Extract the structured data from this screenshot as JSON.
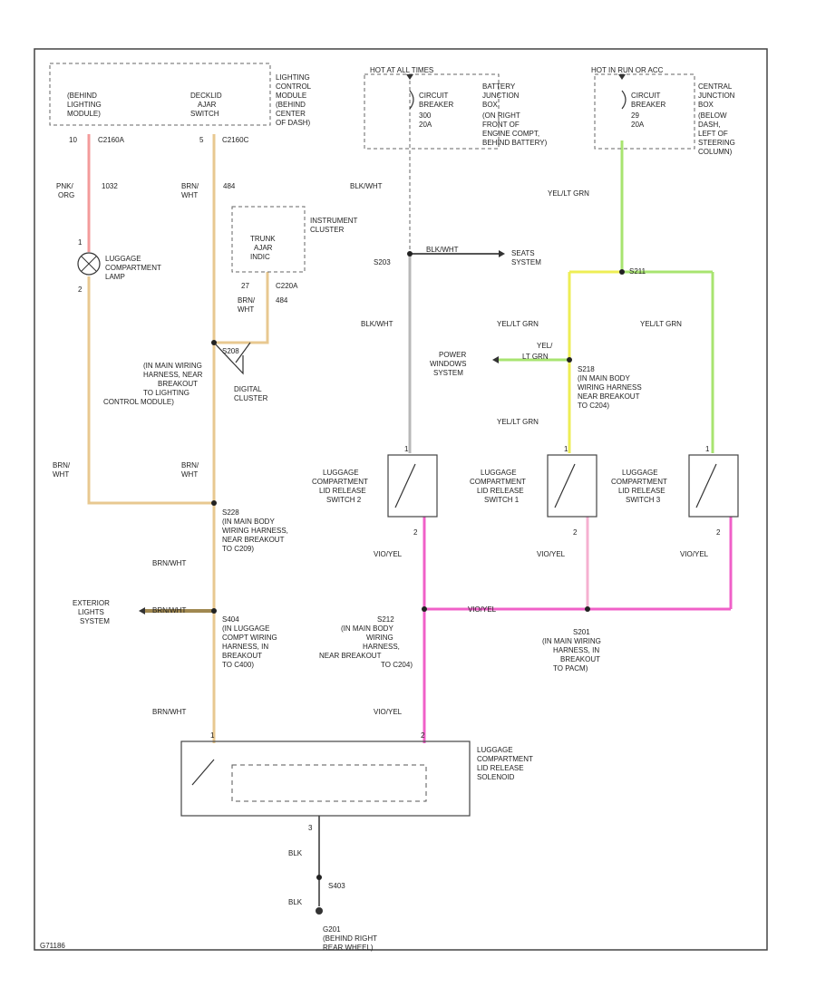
{
  "colors": {
    "pink": "#f39b9b",
    "tan": "#e8c890",
    "gray": "#b8b8b8",
    "green": "#a8e470",
    "yellow": "#eeee55",
    "magenta": "#f060c8",
    "light_pink": "#f6b0d0",
    "brown": "#a08850"
  },
  "lighting_module": {
    "label": [
      "LIGHTING",
      "CONTROL",
      "MODULE",
      "(BEHIND",
      "CENTER",
      "OF DASH)"
    ],
    "left_switch": [
      "(BEHIND",
      "LIGHTING",
      "MODULE)"
    ],
    "right_switch": [
      "DECKLID",
      "AJAR",
      "SWITCH"
    ],
    "left_pin": "10",
    "left_connector": "C2160A",
    "right_pin": "5",
    "right_connector": "C2160C"
  },
  "wires": {
    "pnk_org": [
      "PNK/",
      "ORG"
    ],
    "pnk_org_circuit": "1032",
    "brn_wht_1": [
      "BRN/",
      "WHT"
    ],
    "brn_wht_1_circuit": "484",
    "brn_wht_2": [
      "BRN/",
      "WHT"
    ],
    "brn_wht_2_circuit": "484",
    "brn_wht_3": [
      "BRN/",
      "WHT"
    ],
    "brn_wht_4": [
      "BRN/",
      "WHT"
    ],
    "brn_wht_5": "BRN/WHT",
    "brn_wht_6": "BRN/WHT",
    "brn_wht_7": "BRN/WHT",
    "blk_wht_1": "BLK/WHT",
    "blk_wht_2": "BLK/WHT",
    "blk_wht_3": "BLK/WHT",
    "yel_lt_grn_1": "YEL/LT GRN",
    "yel_lt_grn_2": "YEL/LT GRN",
    "yel_lt_grn_3": "YEL/LT GRN",
    "yel_lt_grn_4": "YEL/LT GRN",
    "yel_lt_grn_5": [
      "YEL/",
      "LT GRN"
    ],
    "vio_yel_1": "VIO/YEL",
    "vio_yel_2": "VIO/YEL",
    "vio_yel_3": "VIO/YEL",
    "vio_yel_4": "VIO/YEL",
    "vio_yel_5": "VIO/YEL",
    "blk_1": "BLK",
    "blk_2": "BLK"
  },
  "lamp": {
    "label": [
      "LUGGAGE",
      "COMPARTMENT",
      "LAMP"
    ],
    "pin_top": "1",
    "pin_bottom": "2"
  },
  "instrument_cluster": {
    "label": [
      "INSTRUMENT",
      "CLUSTER"
    ],
    "switch": [
      "TRUNK",
      "AJAR",
      "INDIC"
    ],
    "pin": "27",
    "connector": "C220A"
  },
  "digital_cluster": [
    "DIGITAL",
    "CLUSTER"
  ],
  "splices": {
    "s208": [
      "S208",
      "(IN MAIN WIRING",
      "HARNESS, NEAR",
      "BREAKOUT",
      "TO LIGHTING",
      "CONTROL MODULE)"
    ],
    "s228": [
      "S228",
      "(IN MAIN BODY",
      "WIRING HARNESS,",
      "NEAR BREAKOUT",
      "TO C209)"
    ],
    "s404": [
      "S404",
      "(IN LUGGAGE",
      "COMPT WIRING",
      "HARNESS, IN",
      "BREAKOUT",
      "TO C400)"
    ],
    "s212": [
      "S212",
      "(IN MAIN BODY",
      "WIRING",
      "HARNESS,",
      "NEAR BREAKOUT",
      "TO C204)"
    ],
    "s201": [
      "S201",
      "(IN MAIN WIRING",
      "HARNESS, IN",
      "BREAKOUT",
      "TO PACM)"
    ],
    "s218": [
      "S218",
      "(IN MAIN BODY",
      "WIRING HARNESS",
      "NEAR BREAKOUT",
      "TO C204)"
    ],
    "s203": "S203",
    "s211": "S211",
    "s403": "S403"
  },
  "hot_at_all_times": {
    "heading": "HOT AT ALL TIMES",
    "breaker": [
      "CIRCUIT",
      "BREAKER",
      "300",
      "20A"
    ],
    "box": [
      "BATTERY",
      "JUNCTION",
      "BOX",
      "(ON RIGHT",
      "FRONT OF",
      "ENGINE COMPT,",
      "BEHIND BATTERY)"
    ]
  },
  "hot_in_run": {
    "heading": "HOT IN RUN OR ACC",
    "breaker": [
      "CIRCUIT",
      "BREAKER",
      "29",
      "20A"
    ],
    "box": [
      "CENTRAL",
      "JUNCTION",
      "BOX",
      "(BELOW",
      "DASH,",
      "LEFT OF",
      "STEERING",
      "COLUMN)"
    ]
  },
  "systems": {
    "seats": [
      "SEATS",
      "SYSTEM"
    ],
    "power_windows": [
      "POWER",
      "WINDOWS",
      "SYSTEM"
    ],
    "exterior_lights": [
      "EXTERIOR",
      "LIGHTS",
      "SYSTEM"
    ]
  },
  "switches": [
    {
      "label": [
        "LUGGAGE",
        "COMPARTMENT",
        "LID RELEASE",
        "SWITCH 2"
      ],
      "pin_top": "1",
      "pin_bottom": "2"
    },
    {
      "label": [
        "LUGGAGE",
        "COMPARTMENT",
        "LID RELEASE",
        "SWITCH 1"
      ],
      "pin_top": "1",
      "pin_bottom": "2"
    },
    {
      "label": [
        "LUGGAGE",
        "COMPARTMENT",
        "LID RELEASE",
        "SWITCH 3"
      ],
      "pin_top": "1",
      "pin_bottom": "2"
    }
  ],
  "solenoid": {
    "label": [
      "LUGGAGE",
      "COMPARTMENT",
      "LID RELEASE",
      "SOLENOID"
    ],
    "pin_left": "1",
    "pin_right": "2",
    "pin_bottom": "3"
  },
  "ground": {
    "label": "G201",
    "location": [
      "(BEHIND RIGHT",
      "REAR WHEEL)"
    ]
  },
  "footer_code": "G71186"
}
